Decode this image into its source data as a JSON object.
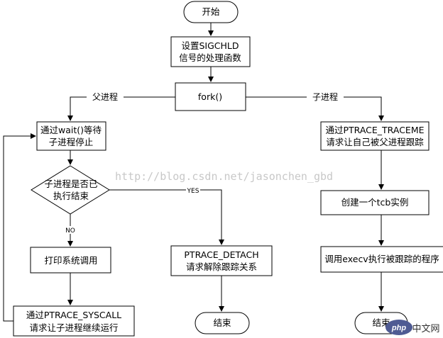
{
  "flowchart": {
    "start": "开始",
    "set_sigchld": [
      "设置SIGCHLD",
      "信号的处理函数"
    ],
    "fork": "fork()",
    "parent_label": "父进程",
    "child_label": "子进程",
    "parent_wait": [
      "通过wait()等待",
      "子进程停止"
    ],
    "decision": [
      "子进程是否已",
      "执行结束"
    ],
    "yes_label": "YES",
    "no_label": "NO",
    "print_syscall": "打印系统调用",
    "ptrace_detach": [
      "PTRACE_DETACH",
      "请求解除跟踪关系"
    ],
    "ptrace_syscall": [
      "通过PTRACE_SYSCALL",
      "请求让子进程继续运行"
    ],
    "end_left": "结束",
    "ptrace_traceme": [
      "通过PTRACE_TRACEME",
      "请求让自己被父进程跟踪"
    ],
    "create_tcb": "创建一个tcb实例",
    "execv": "调用execv执行被跟踪的程序",
    "end_right": "结束"
  },
  "watermark": "http://blog.csdn.net/jasonchen_gbd",
  "badge": {
    "logo": "php",
    "text": "中文网"
  },
  "colors": {
    "line": "#000000",
    "badge_bg": "#4f5b93",
    "watermark": "#c8c8c8"
  }
}
